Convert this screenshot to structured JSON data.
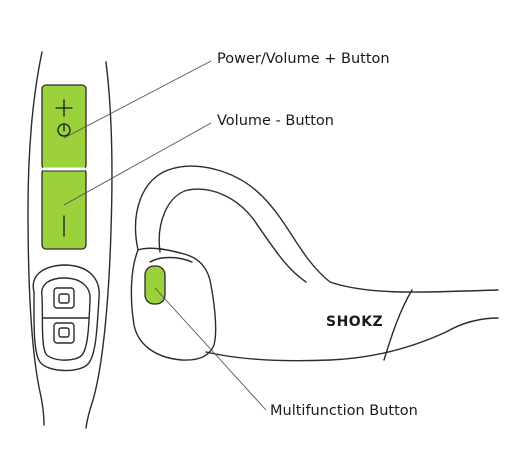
{
  "labels": {
    "power_volume_plus": "Power/Volume + Button",
    "volume_minus": "Volume - Button",
    "multifunction": "Multifunction Button"
  },
  "brand": {
    "logo_text": "SHOKZ"
  },
  "colors": {
    "button_green": "#9bd13a",
    "line": "#2b2b2b",
    "background": "#ffffff"
  }
}
